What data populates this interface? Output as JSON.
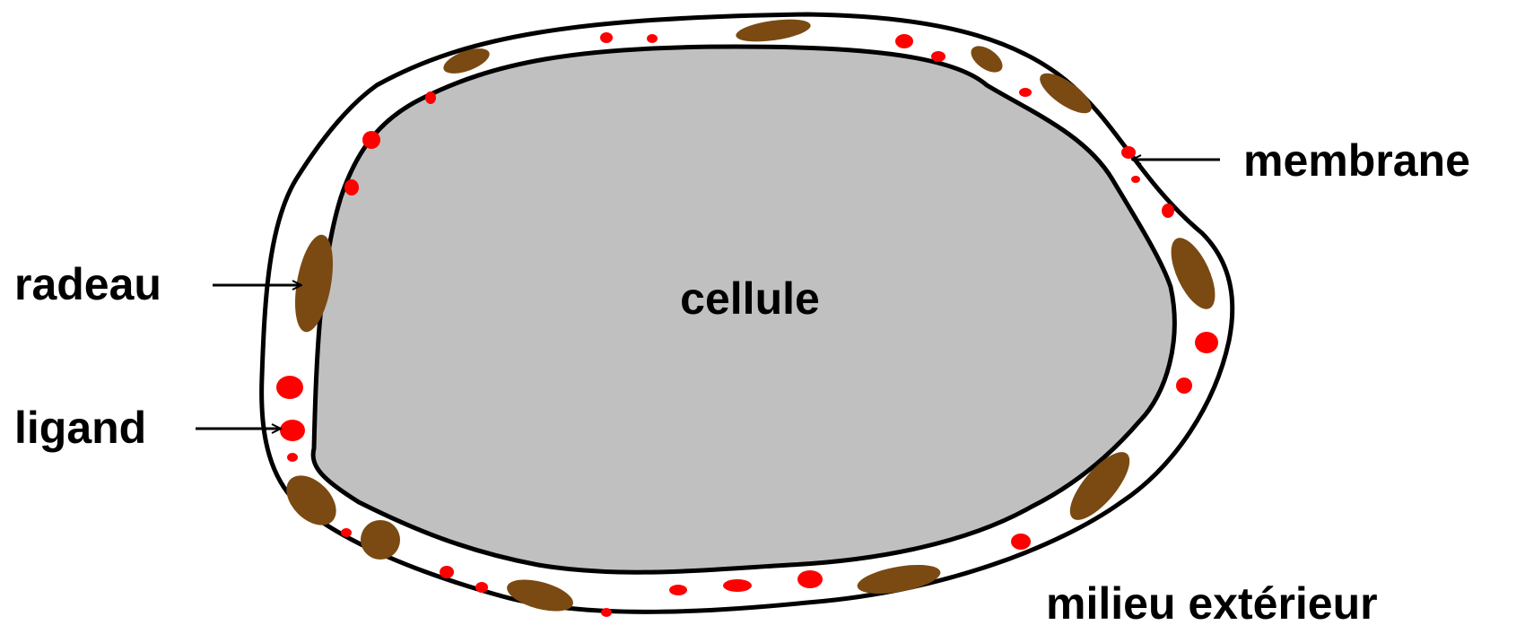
{
  "labels": {
    "cell": "cellule",
    "membrane": "membrane",
    "raft": "radeau",
    "ligand": "ligand",
    "outside": "milieu extérieur"
  },
  "colors": {
    "background": "#ffffff",
    "cell_fill": "#c0c0c0",
    "outline": "#000000",
    "raft": "#7a4a12",
    "ligand": "#ff0000"
  }
}
